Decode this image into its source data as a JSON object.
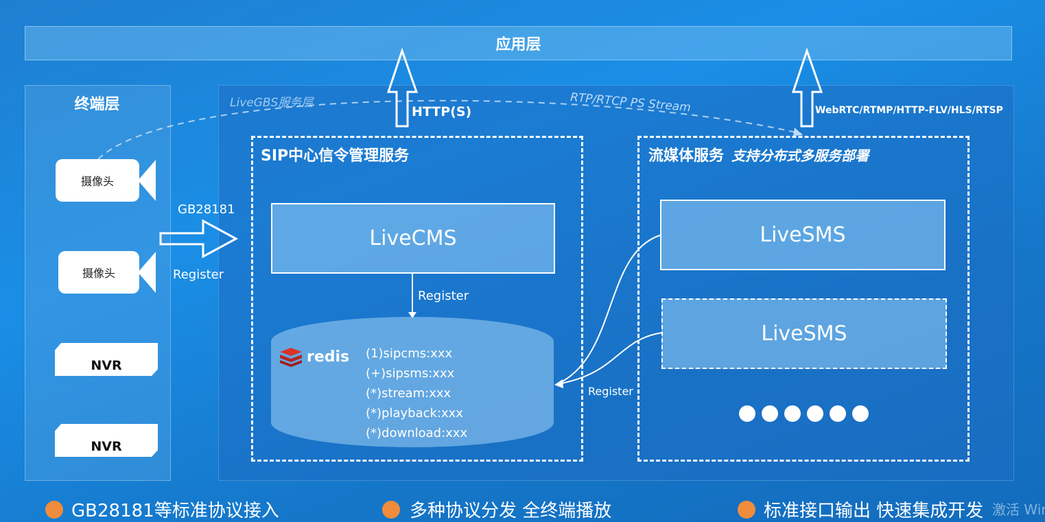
{
  "application_layer": "应用层",
  "terminal_layer": {
    "title": "终端层",
    "devices": [
      "摄像头",
      "摄像头",
      "NVR",
      "NVR"
    ]
  },
  "service_layer": {
    "title": "LiveGBS服务层",
    "rtp_label": "RTP/RTCP PS Stream",
    "http_label": "HTTP(S)",
    "stream_protocols_label": "WebRTC/RTMP/HTTP-FLV/HLS/RTSP",
    "sip_box": {
      "title": "SIP中心信令管理服务",
      "cms": "LiveCMS",
      "register_label": "Register",
      "redis_logo": "redis",
      "redis_keys": [
        "(1)sipcms:xxx",
        "(+)sipsms:xxx",
        "(*)stream:xxx",
        "(*)playback:xxx",
        "(*)download:xxx"
      ]
    },
    "media_box": {
      "title": "流媒体服务",
      "subtitle": "支持分布式多服务部署",
      "sms_primary": "LiveSMS",
      "sms_secondary": "LiveSMS",
      "register_label": "Register"
    }
  },
  "gb_arrow": {
    "top_label": "GB28181",
    "bottom_label": "Register"
  },
  "bullets": [
    "GB28181等标准协议接入",
    "多种协议分发 全终端播放",
    "标准接口输出 快速集成开发"
  ],
  "watermark": "激活 Win",
  "colors": {
    "background": "#1a8ee6",
    "bullet": "#f08c3c",
    "redis": "#d9322b"
  }
}
